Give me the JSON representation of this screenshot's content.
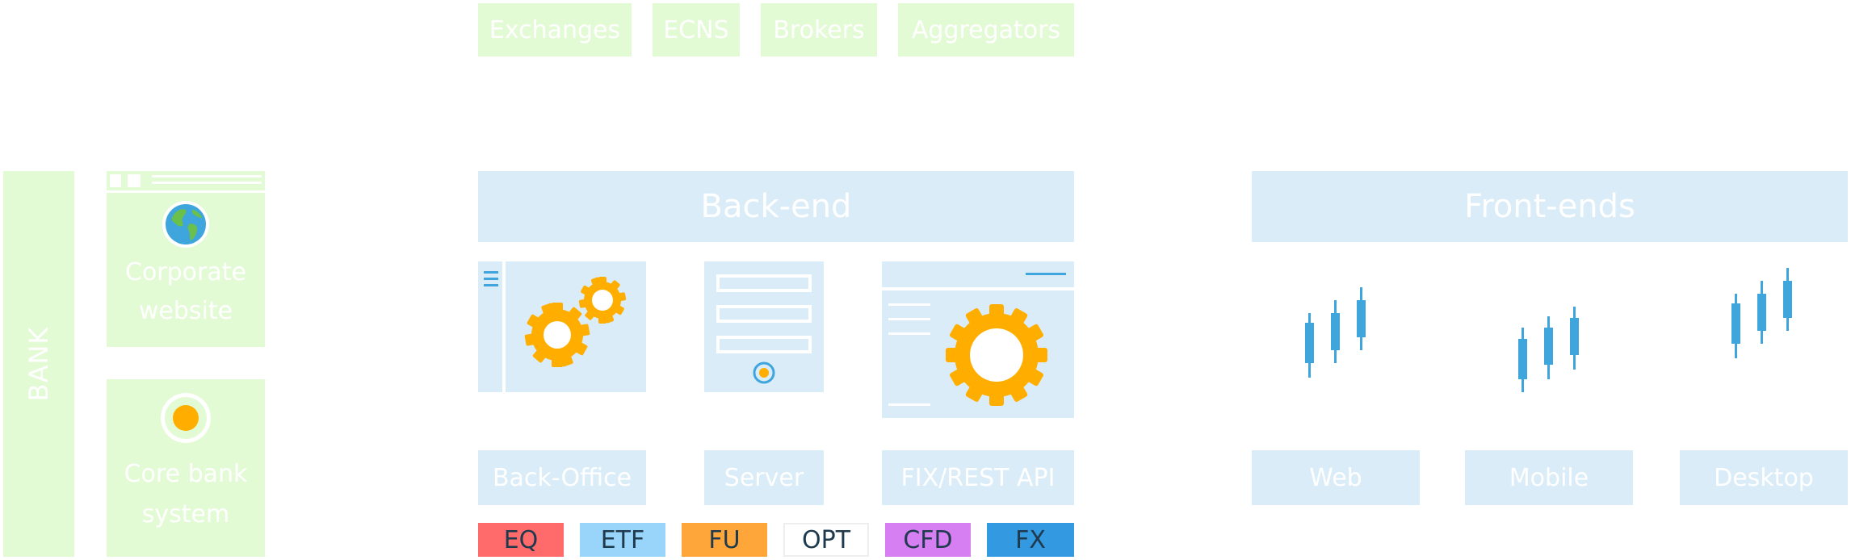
{
  "top": {
    "exchanges": "Exchanges",
    "ecns": "ECNS",
    "brokers": "Brokers",
    "aggregators": "Aggregators"
  },
  "left": {
    "bank": "BANK",
    "corporate_website": [
      "Corporate",
      "website"
    ],
    "core_bank_system": [
      "Core bank",
      "system"
    ]
  },
  "backend": {
    "title": "Back-end",
    "back_office": "Back-Office",
    "server": "Server",
    "api": "FIX/REST API"
  },
  "frontend": {
    "title": "Front-ends",
    "web": "Web",
    "mobile": "Mobile",
    "desktop": "Desktop"
  },
  "asset_tags": [
    {
      "label": "EQ",
      "color": "#ff6b6b"
    },
    {
      "label": "ETF",
      "color": "#99d4fa"
    },
    {
      "label": "FU",
      "color": "#ffa63a"
    },
    {
      "label": "OPT",
      "color": "#ffffff"
    },
    {
      "label": "CFD",
      "color": "#d57ff2"
    },
    {
      "label": "FX",
      "color": "#3399e0"
    }
  ],
  "colors": {
    "green_box": "#e3fbd5",
    "blue_box": "#d9ecf7",
    "gear": "#ffae00",
    "accent_blue": "#3fa5dd"
  },
  "icons": {
    "globe": "globe-icon",
    "target": "target-icon",
    "gears": "gears-icon",
    "candles": "candlestick-icon"
  }
}
